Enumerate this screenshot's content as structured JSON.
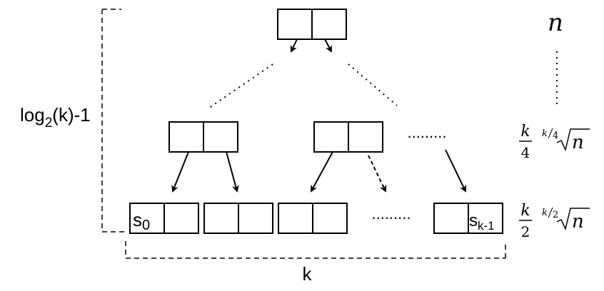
{
  "labels": {
    "height_main": "log",
    "height_sub": "2",
    "height_rest": "(k)-1",
    "width": "k",
    "first_leaf": "s",
    "first_leaf_sub": "0",
    "last_leaf": "s",
    "last_leaf_sub": "k-1",
    "leaf_ellipsis": ".........",
    "internal_ellipsis": "........."
  },
  "level_annotations": {
    "root": "n",
    "level_two": {
      "frac_num": "k",
      "frac_den": "4",
      "index_num": "k",
      "index_den": "4",
      "radicand": "n"
    },
    "leaves": {
      "frac_num": "k",
      "frac_den": "2",
      "index_num": "k",
      "index_den": "2",
      "radicand": "n"
    }
  }
}
